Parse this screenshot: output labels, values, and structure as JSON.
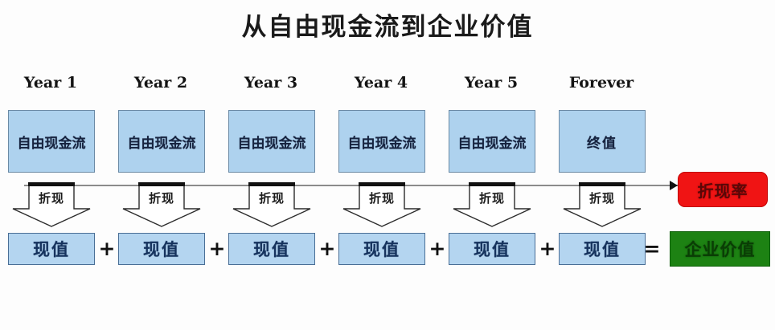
{
  "title": "从自由现金流到企业价值",
  "columns": [
    {
      "year_label": "Year 1",
      "cash_flow": "自由现金流",
      "discount_label": "折现",
      "present_value": "现值",
      "operator": "+"
    },
    {
      "year_label": "Year 2",
      "cash_flow": "自由现金流",
      "discount_label": "折现",
      "present_value": "现值",
      "operator": "+"
    },
    {
      "year_label": "Year 3",
      "cash_flow": "自由现金流",
      "discount_label": "折现",
      "present_value": "现值",
      "operator": "+"
    },
    {
      "year_label": "Year 4",
      "cash_flow": "自由现金流",
      "discount_label": "折现",
      "present_value": "现值",
      "operator": "+"
    },
    {
      "year_label": "Year 5",
      "cash_flow": "自由现金流",
      "discount_label": "折现",
      "present_value": "现值",
      "operator": "+"
    },
    {
      "year_label": "Forever",
      "cash_flow": "终值",
      "discount_label": "折现",
      "present_value": "现值",
      "operator": "="
    }
  ],
  "discount_rate": {
    "label": "折现率",
    "color": "#f01414"
  },
  "enterprise_value": {
    "label": "企业价值",
    "color": "#1d8213"
  },
  "colors": {
    "cash_flow_fill": "#aed2ee",
    "cash_flow_border": "#6b8aa5",
    "present_value_fill": "#b4d5f0",
    "present_value_border": "#4a6f96",
    "connector_line": "#8b8b8b",
    "arrow_fill": "#ffffff",
    "arrow_stroke": "#2b2b2b",
    "background": "#fdfdfd"
  }
}
